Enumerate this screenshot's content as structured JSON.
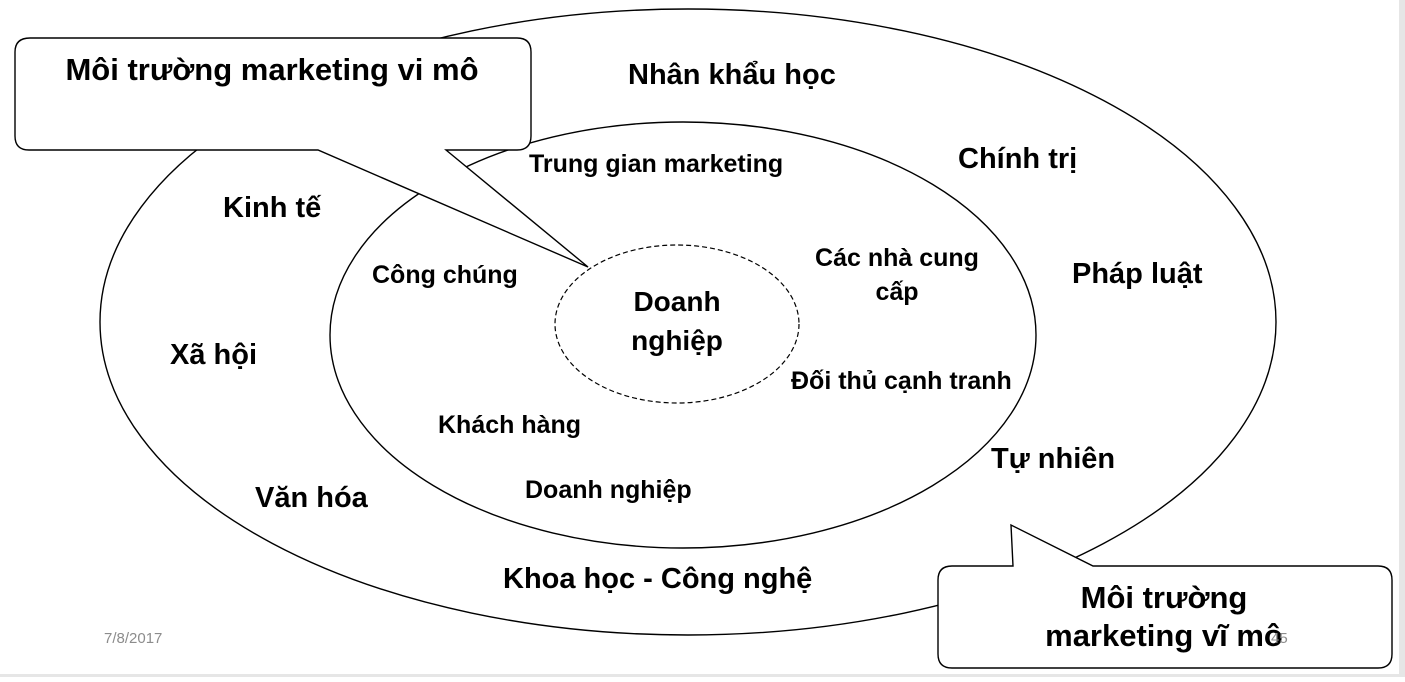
{
  "slide": {
    "date": "7/8/2017",
    "page_number": "45"
  },
  "core": {
    "line1": "Doanh",
    "line2": "nghiệp"
  },
  "micro_factors": {
    "intermediaries": "Trung gian marketing",
    "publics": "Công chúng",
    "suppliers_line1": "Các nhà cung",
    "suppliers_line2": "cấp",
    "competitors": "Đối thủ cạnh tranh",
    "customers": "Khách hàng",
    "company": "Doanh nghiệp"
  },
  "macro_factors": {
    "demographic": "Nhân khẩu học",
    "political": "Chính trị",
    "legal": "Pháp luật",
    "natural": "Tự nhiên",
    "technology": "Khoa học - Công nghệ",
    "economic": "Kinh tế",
    "social": "Xã hội",
    "cultural": "Văn hóa"
  },
  "callouts": {
    "micro": "Môi trường marketing vi mô",
    "macro_line1": "Môi trường",
    "macro_line2": "marketing vĩ mô"
  }
}
